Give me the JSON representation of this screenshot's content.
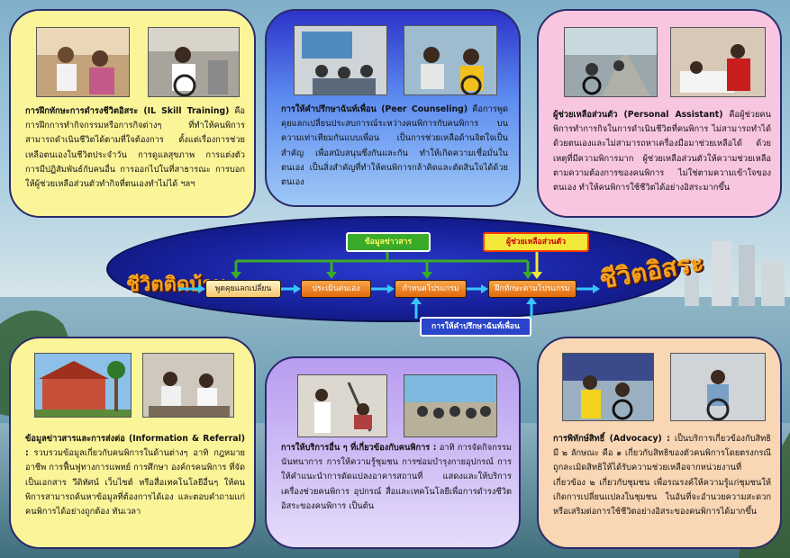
{
  "panels": {
    "il": {
      "title": "การฝึกทักษะการดำรงชีวิตอิสระ (IL Skill Training)",
      "body": "คือการฝึกการทำกิจกรรมหรือการกิจต่างๆ ที่ทำให้คนพิการสามารถดำเนินชีวิตได้ตามที่ใจต้องการ ตั้งแต่เรื่องการช่วยเหลือตนเองในชีวิตประจำวัน การดูแลสุขภาพ การแต่งตัว การมีปฏิสัมพันธ์กับคนอื่น การออกไปในที่สาธารณะ การบอกให้ผู้ช่วยเหลือส่วนตัวทำกิจที่ตนเองทำไม่ได้ ฯลฯ"
    },
    "peer": {
      "title": "การให้คำปรึกษาฉันท์เพื่อน (Peer Counseling)",
      "body": "คือการพูดคุยแลกเปลี่ยนประสบการณ์ระหว่างคนพิการกับคนพิการ บนความเท่าเทียมกันแบบเพื่อน เป็นการช่วยเหลือด้านจิตใจเป็นสำคัญ เพื่อสนับสนุนซึ่งกันและกัน ทำให้เกิดความเชื่อมั่นในตนเอง เป็นสิ่งสำคัญที่ทำให้คนพิการกล้าคิดและตัดสินใจได้ด้วยตนเอง"
    },
    "pa": {
      "title": "ผู้ช่วยเหลือส่วนตัว (Personal Assistant)",
      "body": "คือผู้ช่วยคนพิการทำการกิจในการดำเนินชีวิตที่คนพิการ ไม่สามารถทำได้ด้วยตนเองและไม่สามารถหาเครื่องมือมาช่วยเหลือได้ ด้วยเหตุที่มีความพิการมาก ผู้ช่วยเหลือส่วนตัวให้ความช่วยเหลือตามความต้องการของคนพิการ ไม่ใช่ตามความเข้าใจของตนเอง ทำให้คนพิการใช้ชีวิตได้อย่างอิสระมากขึ้น"
    },
    "info": {
      "title": "ข้อมูลข่าวสารและการส่งต่อ (Information & Referral) :",
      "body": "รวบรวมข้อมูลเกี่ยวกับคนพิการในด้านต่างๆ อาทิ กฎหมาย อาชีพ การฟื้นฟูทางการแพทย์ การศึกษา องค์กรคนพิการ ที่จัดเป็นเอกสาร วีดิทัศน์ เว็บไซต์ หรือสื่อเทคโนโลยีอื่นๆ ให้คนพิการสามารถค้นหาข้อมูลที่ต้องการได้เอง และตอบคำถามแก่คนพิการได้อย่างถูกต้อง ทันเวลา"
    },
    "other": {
      "title": "การให้บริการอื่น ๆ ที่เกี่ยวข้องกับคนพิการ :",
      "body": "อาทิ การจัดกิจกรรมนันทนาการ การให้ความรู้ชุมชน การซ่อมบำรุงกายอุปกรณ์ การให้คำแนะนำการดัดแปลงอาคารสถานที่ แสดงและให้บริการเครื่องช่วยคนพิการ อุปกรณ์ สื่อและเทคโนโลยีเพื่อการดำรงชีวิตอิสระของคนพิการ เป็นต้น"
    },
    "adv": {
      "title": "การพิทักษ์สิทธิ์ (Advocacy) :",
      "body": "เป็นบริการเกี่ยวข้องกับสิทธิ มี ๒ ลักษณะ คือ ๑ เกี่ยวกับสิทธิของตัวคนพิการโดยตรงกรณีถูกละเมิดสิทธิให้ได้รับความช่วยเหลือจากหน่วยงานที่เกี่ยวข้อง ๒ เกี่ยวกับชุมชน เพื่อรณรงค์ให้ความรู้แก่ชุมชนให้เกิดการเปลี่ยนแปลงในชุมชน ในอันที่จะอำนวยความสะดวกหรือเสริมต่อการใช้ชีวิตอย่างอิสระของคนพิการได้มากขึ้น"
    }
  },
  "diagram": {
    "left_title": "ชีวิตติดบ้าน",
    "right_title": "ชีวิตอิสระ",
    "steps": [
      "พูดคุยแลกเปลี่ยน",
      "ประเมินตนเอง",
      "กำหนดโปรแกรม",
      "ฝึกทักษะตามโปรแกรม"
    ],
    "info_box": "ข้อมูลข่าวสาร",
    "pa_box": "ผู้ช่วยเหลือส่วนตัว",
    "peer_box": "การให้คำปรึกษาฉันท์เพื่อน"
  },
  "colors": {
    "arrow": "#39c6ff",
    "green_arrow": "#3aaa2a",
    "ellipse": "#17209a"
  }
}
